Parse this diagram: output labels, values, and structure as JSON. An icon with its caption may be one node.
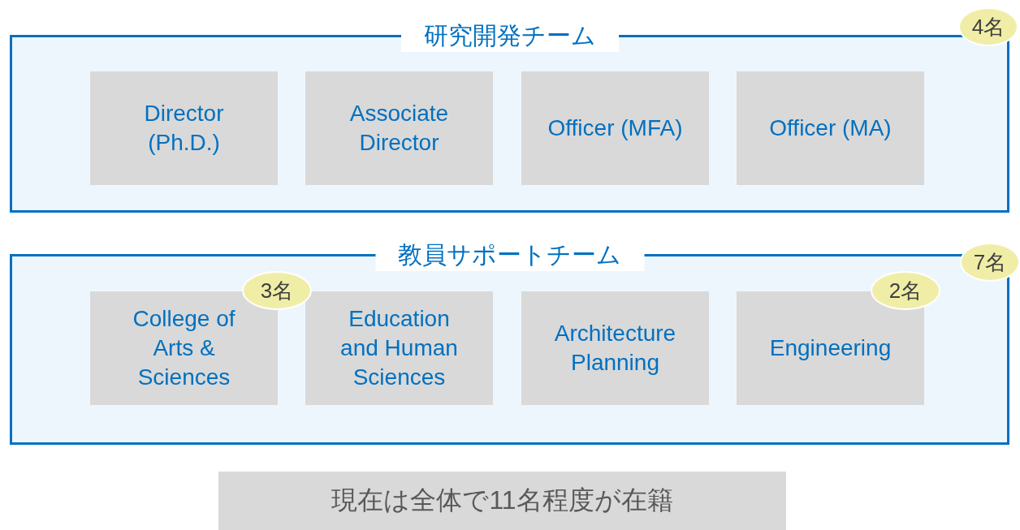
{
  "diagram": {
    "nodes": [
      {
        "text": [
          "研究開発チーム"
        ]
      },
      {
        "text": [
          "Director (Ph.D.)"
        ],
        "in": 0
      },
      {
        "text": [
          "Associate Director"
        ],
        "in": 0
      },
      {
        "text": [
          "Officer (MFA)"
        ],
        "in": 0
      },
      {
        "text": [
          "Officer (MA)"
        ],
        "in": 0
      },
      {
        "text": [
          "4名"
        ]
      },
      {
        "text": [
          "教員サポートチーム"
        ]
      },
      {
        "text": [
          "College of Arts & Sciences"
        ],
        "in": 6
      },
      {
        "text": [
          "Education and Human Sciences"
        ],
        "in": 6
      },
      {
        "text": [
          "Architecture Planning"
        ],
        "in": 6
      },
      {
        "text": [
          "Engineering"
        ],
        "in": 6
      },
      {
        "text": [
          "3名"
        ],
        "in": 6
      },
      {
        "text": [
          "2名"
        ],
        "in": 6
      },
      {
        "text": [
          "7名"
        ]
      },
      {
        "text": [
          "現在は全体で11名程度が在籍"
        ]
      }
    ]
  }
}
